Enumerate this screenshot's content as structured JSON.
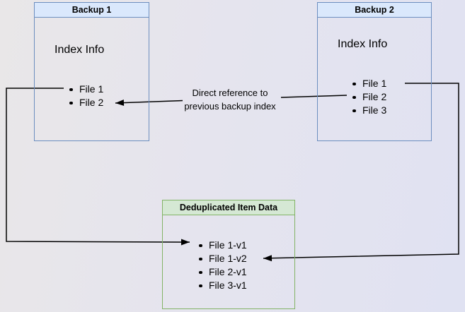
{
  "backup1": {
    "title": "Backup 1",
    "subtitle": "Index Info",
    "items": [
      "File 1",
      "File 2"
    ]
  },
  "backup2": {
    "title": "Backup 2",
    "subtitle": "Index Info",
    "items": [
      "File 1",
      "File 2",
      "File 3"
    ]
  },
  "dedup": {
    "title": "Deduplicated Item Data",
    "items": [
      "File 1-v1",
      "File 1-v2",
      "File 2-v1",
      "File 3-v1"
    ]
  },
  "annotation": {
    "line1": "Direct reference to",
    "line2": "previous backup index"
  },
  "colors": {
    "blue_fill": "#dae8fc",
    "blue_border": "#6c8ebf",
    "green_fill": "#d5e8d4",
    "green_border": "#82b366",
    "arrow": "#000000",
    "background_left": "#e9e7e8",
    "background_right": "#e0e2f2"
  }
}
